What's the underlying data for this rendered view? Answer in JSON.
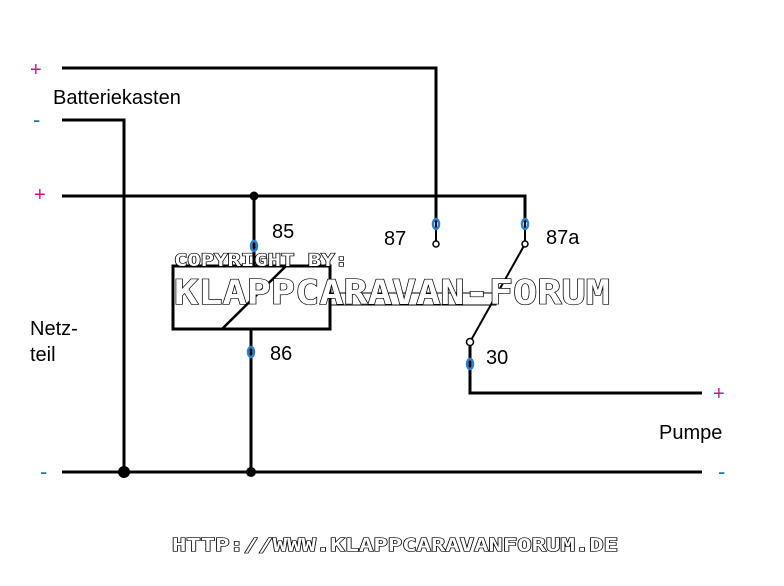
{
  "labels": {
    "battery": "Batteriekasten",
    "psu_line1": "Netz-",
    "psu_line2": "teil",
    "pump": "Pumpe",
    "t85": "85",
    "t86": "86",
    "t87": "87",
    "t87a": "87a",
    "t30": "30",
    "plus": "+",
    "minus": "-"
  },
  "watermark": {
    "copyright": "COPYRIGHT BY:",
    "forum": "KLAPPCARAVAN-FORUM",
    "url": "HTTP://WWW.KLAPPCARAVANFORUM.DE"
  },
  "colors": {
    "plus": "#d0137a",
    "minus": "#1a73b8",
    "terminal": "#2a7fd0"
  }
}
